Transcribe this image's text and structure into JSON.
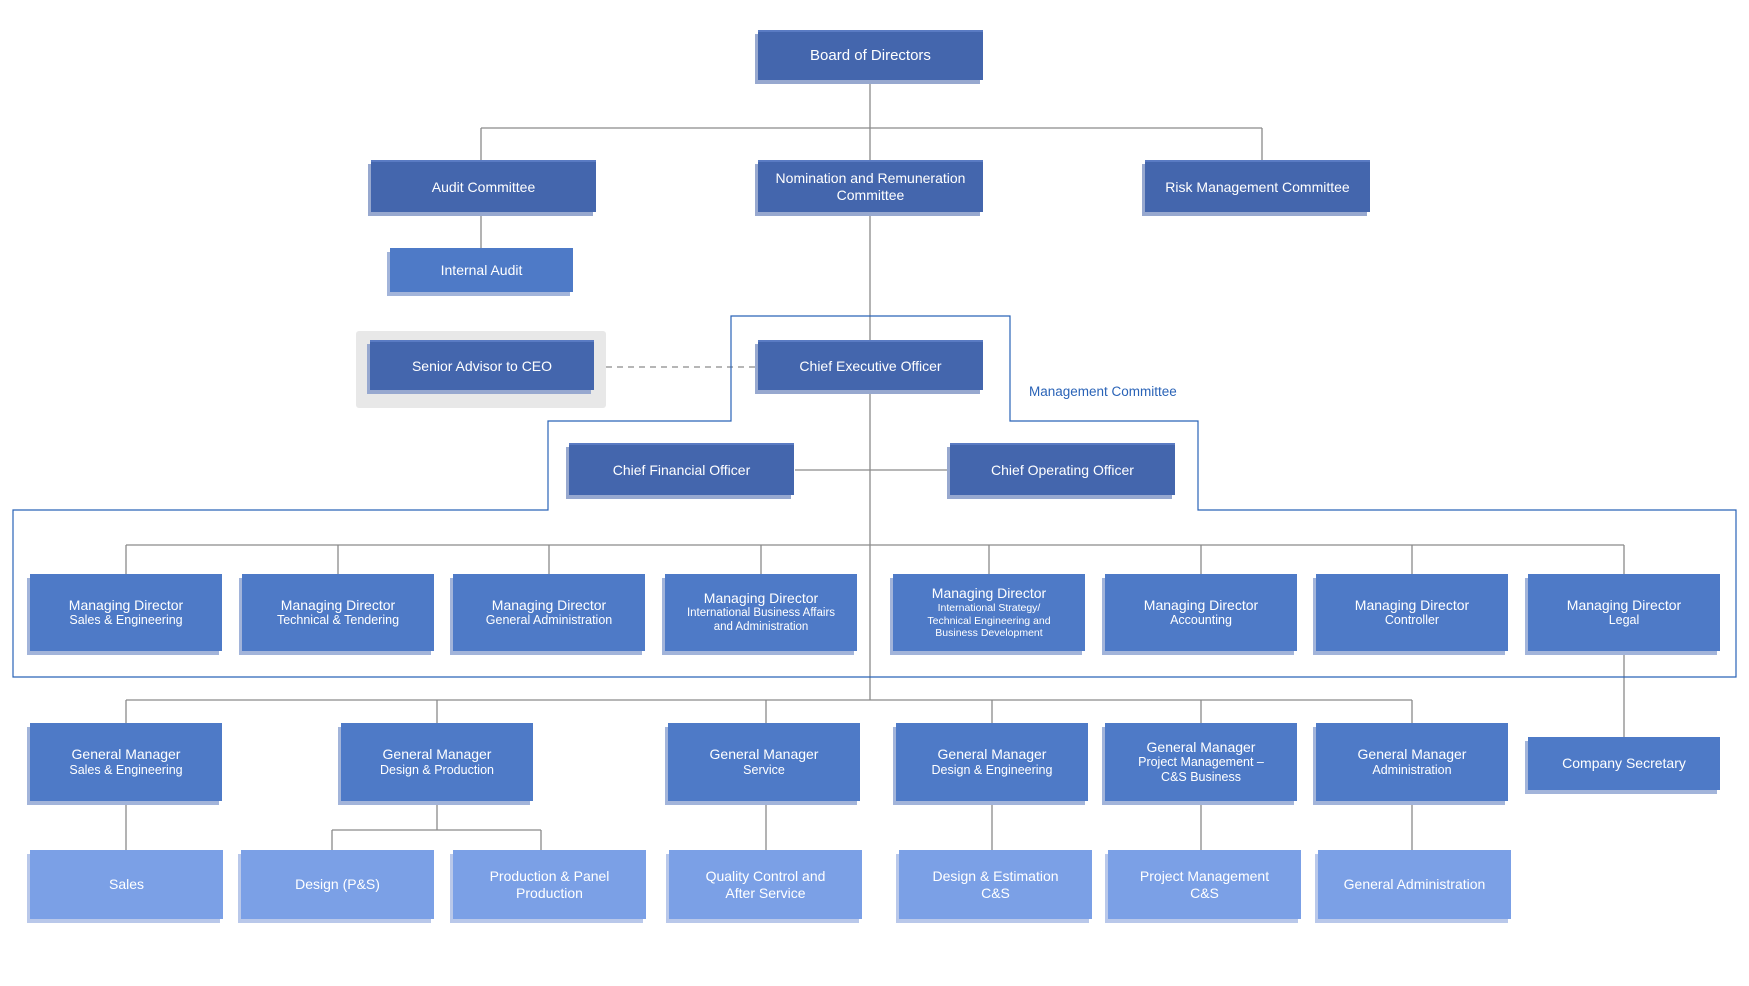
{
  "board": {
    "title": "Board of Directors"
  },
  "committees": {
    "audit": "Audit Committee",
    "nomination": [
      "Nomination and Remuneration",
      "Committee"
    ],
    "risk": "Risk Management Committee",
    "internal_audit": "Internal Audit"
  },
  "executive": {
    "senior_advisor": "Senior Advisor to CEO",
    "ceo": "Chief Executive Officer",
    "cfo": "Chief Financial Officer",
    "coo": "Chief Operating Officer",
    "management_committee_label": "Management Committee"
  },
  "managing_directors": [
    {
      "title": "Managing Director",
      "lines": [
        "Sales & Engineering"
      ]
    },
    {
      "title": "Managing Director",
      "lines": [
        "Technical & Tendering"
      ]
    },
    {
      "title": "Managing Director",
      "lines": [
        "General Administration"
      ]
    },
    {
      "title": "Managing Director",
      "lines": [
        "International Business Affairs",
        "and Administration"
      ]
    },
    {
      "title": "Managing Director",
      "lines": [
        "International Strategy/",
        "Technical Engineering and",
        "Business Development"
      ]
    },
    {
      "title": "Managing  Director",
      "lines": [
        "Accounting"
      ]
    },
    {
      "title": "Managing Director",
      "lines": [
        "Controller"
      ]
    },
    {
      "title": "Managing  Director",
      "lines": [
        "Legal"
      ]
    }
  ],
  "general_managers": [
    {
      "title": "General Manager",
      "lines": [
        "Sales & Engineering"
      ]
    },
    {
      "title": "General Manager",
      "lines": [
        "Design & Production"
      ]
    },
    {
      "title": "General Manager",
      "lines": [
        "Service"
      ]
    },
    {
      "title": "General Manager",
      "lines": [
        "Design & Engineering"
      ]
    },
    {
      "title": "General Manager",
      "lines": [
        "Project Management –",
        "C&S Business"
      ]
    },
    {
      "title": "General Manager",
      "lines": [
        "Administration"
      ]
    }
  ],
  "company_secretary": "Company Secretary",
  "departments": [
    {
      "lines": [
        "Sales"
      ]
    },
    {
      "lines": [
        "Design (P&S)"
      ]
    },
    {
      "lines": [
        "Production & Panel",
        "Production"
      ]
    },
    {
      "lines": [
        "Quality Control and",
        "After Service"
      ]
    },
    {
      "lines": [
        "Design & Estimation",
        "C&S"
      ]
    },
    {
      "lines": [
        "Project Management",
        "C&S"
      ]
    },
    {
      "lines": [
        "General Administration"
      ]
    }
  ],
  "colors": {
    "dark_box": "#4466ad",
    "mid_box": "#4e7ac7",
    "light_box": "#7ba0e6",
    "connector": "#8a8a8a",
    "committee_outline": "#2a63b7"
  }
}
